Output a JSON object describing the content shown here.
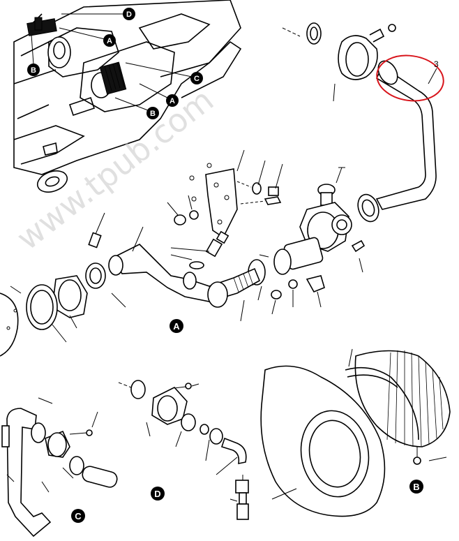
{
  "watermark": "www.tpub.com",
  "callouts": {
    "a1": "A",
    "a2": "A",
    "b1": "B",
    "b2": "B",
    "c": "C",
    "d": "D"
  },
  "views": {
    "a": "A",
    "b": "B",
    "c": "C",
    "d": "D"
  },
  "item_number": "3",
  "colors": {
    "line": "#000000",
    "highlight": "#d8141b",
    "watermark": "#c8c8c8"
  }
}
